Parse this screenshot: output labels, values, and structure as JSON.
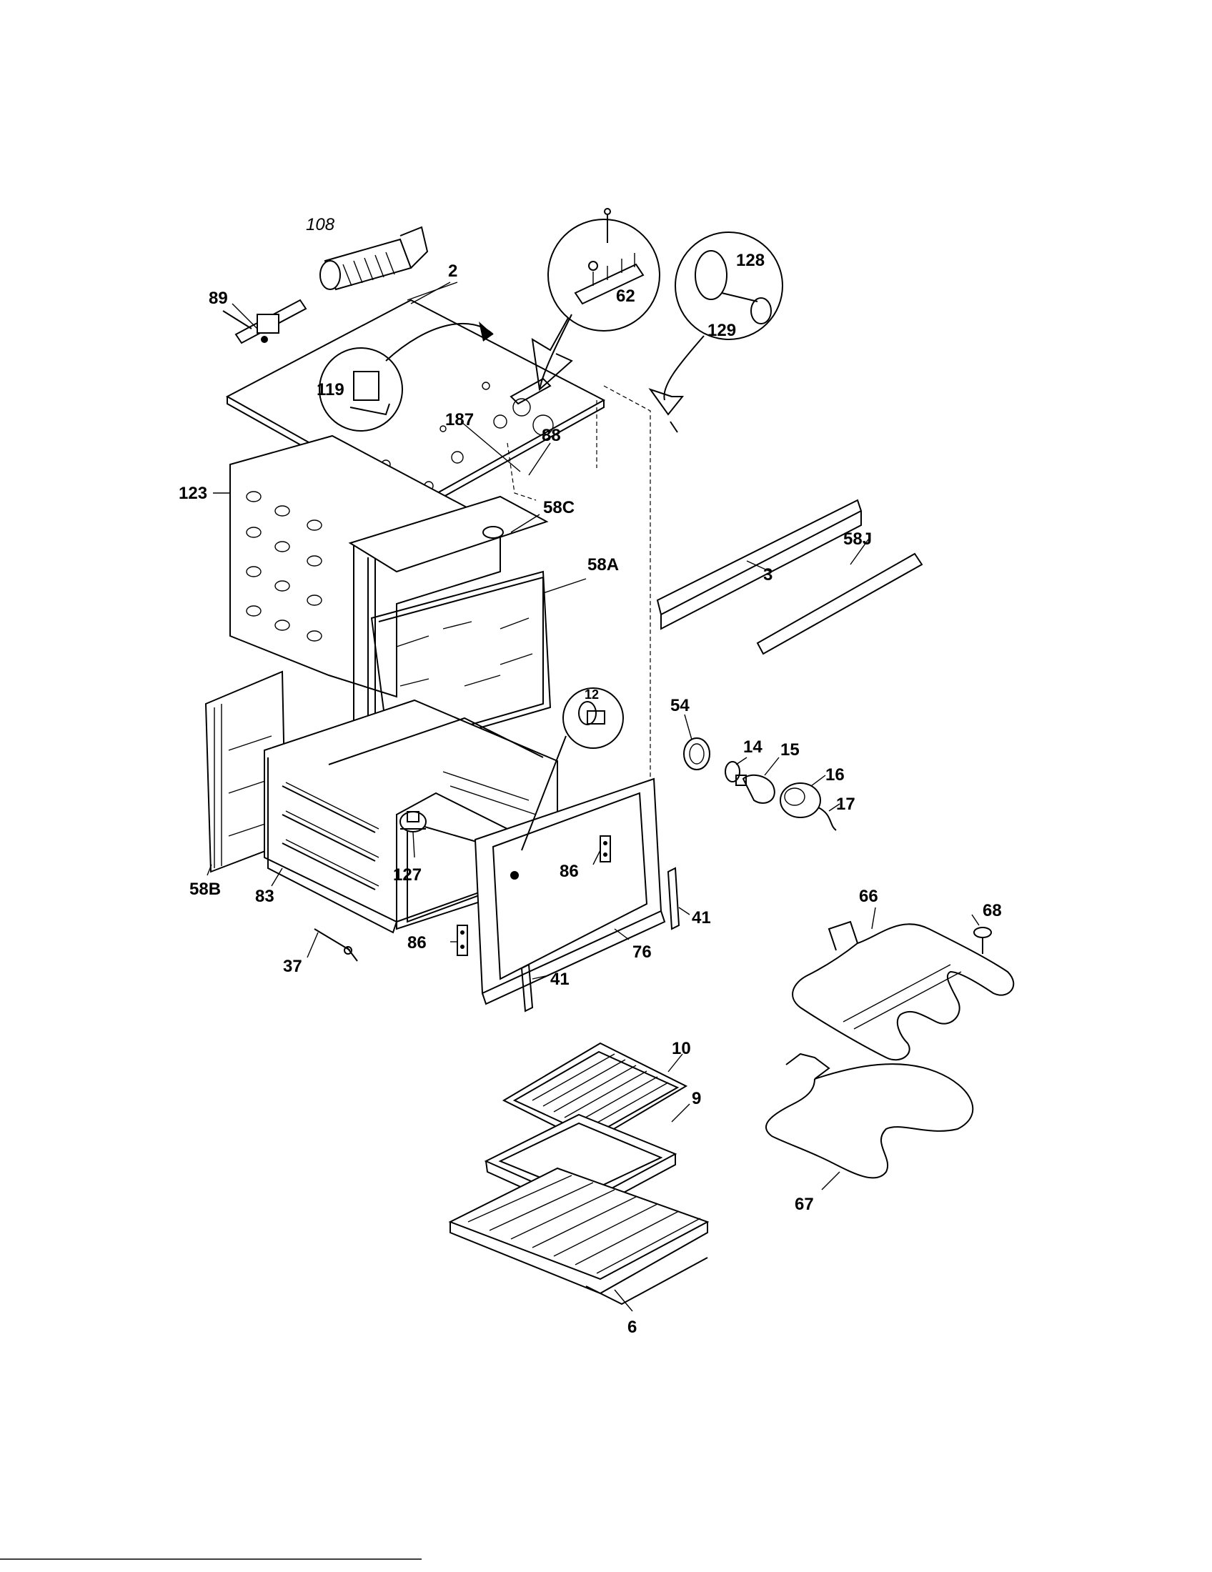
{
  "parts": {
    "p108": "108",
    "p2": "2",
    "p89": "89",
    "p62": "62",
    "p128": "128",
    "p129": "129",
    "p119": "119",
    "p187": "187",
    "p88": "88",
    "p123": "123",
    "p58C": "58C",
    "p58A": "58A",
    "p3": "3",
    "p58J": "58J",
    "p12": "12",
    "p54": "54",
    "p14": "14",
    "p15": "15",
    "p16": "16",
    "p17": "17",
    "p86a": "86",
    "p86b": "86",
    "p127": "127",
    "p58B": "58B",
    "p83": "83",
    "p41a": "41",
    "p41b": "41",
    "p66": "66",
    "p68": "68",
    "p76": "76",
    "p37": "37",
    "p10": "10",
    "p9": "9",
    "p67": "67",
    "p6": "6"
  },
  "colors": {
    "ink": "#000000",
    "paper": "#ffffff"
  }
}
